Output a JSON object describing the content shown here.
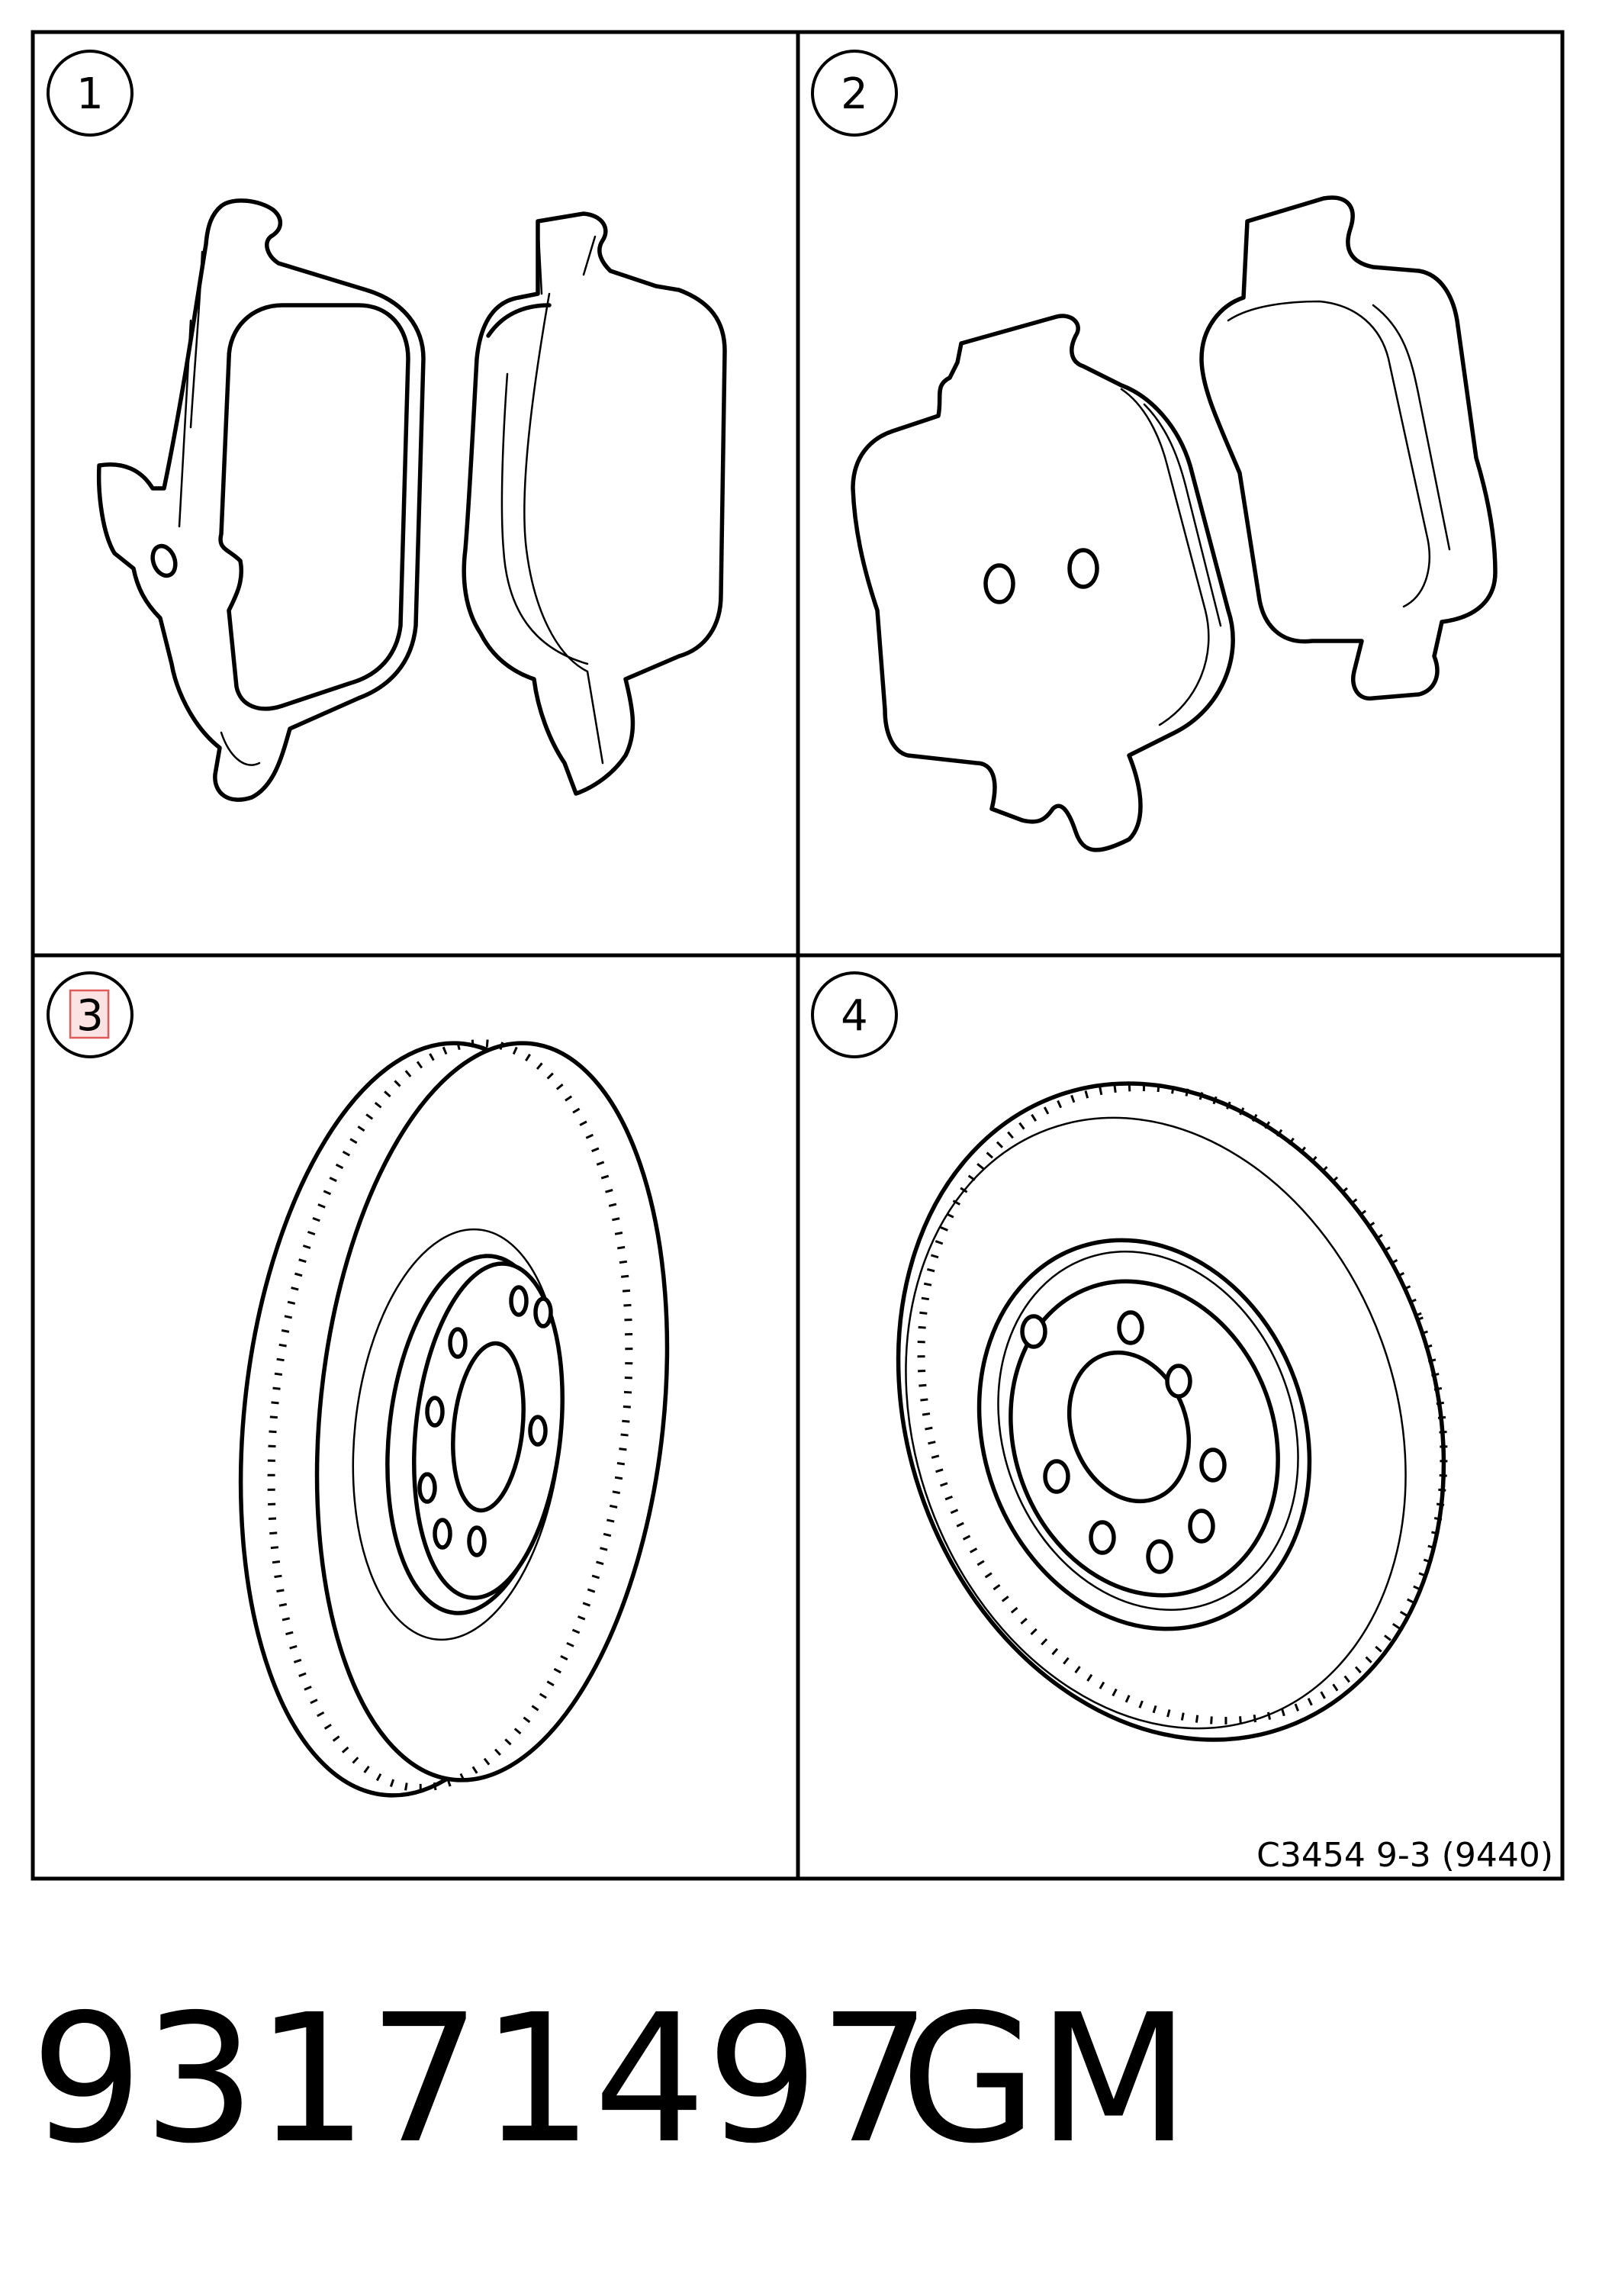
{
  "panels": [
    {
      "number": "1",
      "part": "front brake pads",
      "icon": "brake-pads-icon"
    },
    {
      "number": "2",
      "part": "rear brake pads",
      "icon": "brake-pads-icon"
    },
    {
      "number": "3",
      "part": "front brake disc",
      "icon": "brake-disc-icon"
    },
    {
      "number": "4",
      "part": "rear brake disc",
      "icon": "brake-disc-icon"
    }
  ],
  "reference_code": "C3454 9-3 (9440)",
  "part_number": "93171497",
  "brand": "GM",
  "colors": {
    "line": "#000000",
    "background": "#ffffff",
    "highlight": "#e05a5a"
  }
}
